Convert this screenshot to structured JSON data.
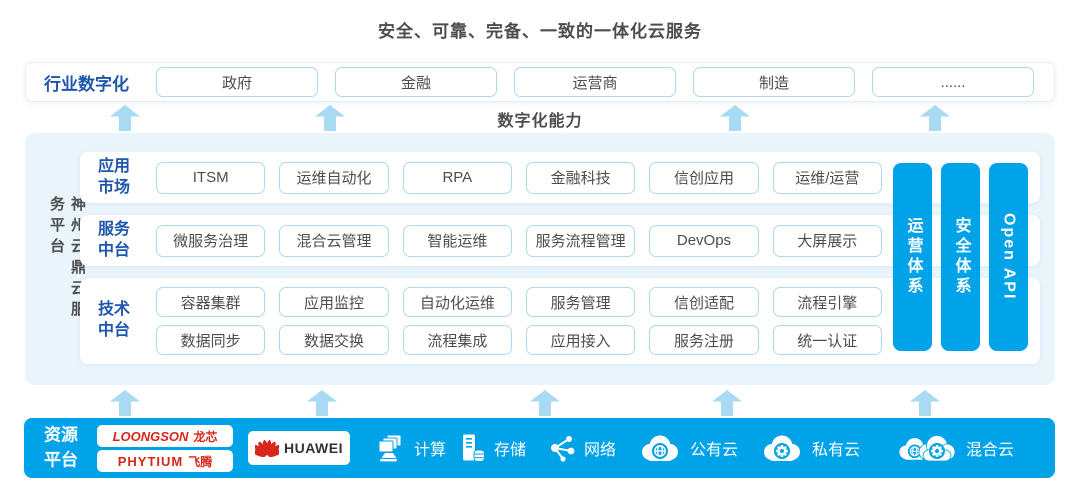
{
  "title": "安全、可靠、完备、一致的一体化云服务",
  "industry": {
    "label": "行业数字化",
    "items": [
      "政府",
      "金融",
      "运营商",
      "制造",
      "......"
    ]
  },
  "capability_label": "数字化能力",
  "platform": {
    "name": "神州云鼎云服务平台",
    "rows": [
      {
        "label": "应用市场",
        "items": [
          "ITSM",
          "运维自动化",
          "RPA",
          "金融科技",
          "信创应用",
          "运维/运营"
        ]
      },
      {
        "label": "服务中台",
        "items": [
          "微服务治理",
          "混合云管理",
          "智能运维",
          "服务流程管理",
          "DevOps",
          "大屏展示"
        ]
      },
      {
        "label": "技术中台",
        "lines": [
          [
            "容器集群",
            "应用监控",
            "自动化运维",
            "服务管理",
            "信创适配",
            "流程引擎"
          ],
          [
            "数据同步",
            "数据交换",
            "流程集成",
            "应用接入",
            "服务注册",
            "统一认证"
          ]
        ]
      }
    ],
    "pillars": [
      "运营体系",
      "安全体系",
      "Open API"
    ]
  },
  "resources": {
    "label": "资源平台",
    "vendors": {
      "loongson": {
        "en": "LOONGSON",
        "cn": "龙芯"
      },
      "phytium": {
        "en": "PHYTIUM",
        "cn": "飞腾"
      },
      "huawei": {
        "en": "HUAWEI"
      }
    },
    "items": [
      {
        "icon": "compute-icon",
        "label": "计算"
      },
      {
        "icon": "storage-icon",
        "label": "存储"
      },
      {
        "icon": "network-icon",
        "label": "网络"
      },
      {
        "icon": "public-cloud-icon",
        "label": "公有云"
      },
      {
        "icon": "private-cloud-icon",
        "label": "私有云"
      },
      {
        "icon": "hybrid-cloud-icon",
        "label": "混合云"
      }
    ]
  },
  "colors": {
    "accent_blue": "#00a2e8",
    "arrow_blue": "#a9daf4",
    "deep_blue_text": "#1e57ad",
    "dark_text": "#4d4d4d",
    "box_border": "#aed9f0",
    "block_bg": "#e9f4fb",
    "logo_red": "#d9261c"
  }
}
